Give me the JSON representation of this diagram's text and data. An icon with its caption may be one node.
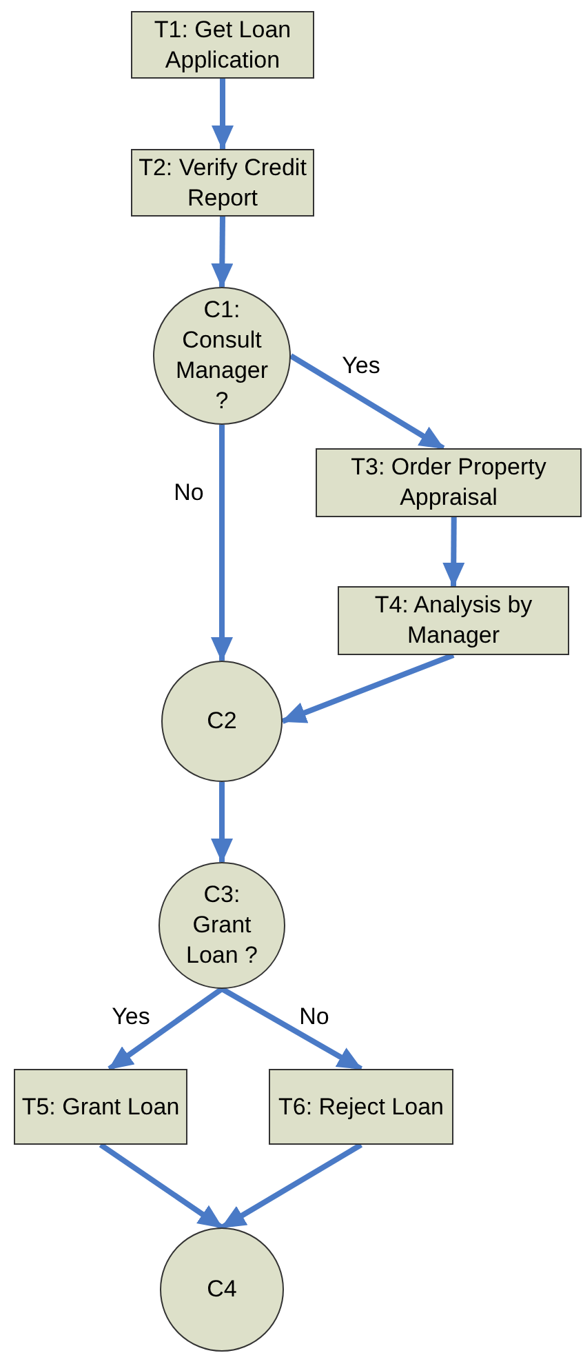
{
  "diagram": {
    "nodes": [
      {
        "text": [
          "T1: Get Loan Application"
        ]
      },
      {
        "text": [
          "T2: Verify Credit Report"
        ]
      },
      {
        "text": [
          "C1: Consult Manager ?"
        ]
      },
      {
        "text": [
          "T3: Order Property Appraisal"
        ]
      },
      {
        "text": [
          "T4: Analysis by Manager"
        ]
      },
      {
        "text": [
          "C2"
        ]
      },
      {
        "text": [
          "C3: Grant Loan ?"
        ]
      },
      {
        "text": [
          "T5: Grant Loan"
        ]
      },
      {
        "text": [
          "T6: Reject Loan"
        ]
      },
      {
        "text": [
          "C4"
        ]
      }
    ],
    "edges": [
      {
        "from": 0,
        "to": 1,
        "arrow": "to"
      },
      {
        "from": 1,
        "to": 2,
        "arrow": "to"
      },
      {
        "from": 2,
        "to": 3,
        "arrow": "to",
        "label": "Yes"
      },
      {
        "from": 2,
        "to": 5,
        "arrow": "to",
        "label": "No"
      },
      {
        "from": 3,
        "to": 4,
        "arrow": "to"
      },
      {
        "from": 4,
        "to": 5,
        "arrow": "to"
      },
      {
        "from": 5,
        "to": 6,
        "arrow": "to"
      },
      {
        "from": 6,
        "to": 7,
        "arrow": "to",
        "label": "Yes"
      },
      {
        "from": 6,
        "to": 8,
        "arrow": "to",
        "label": "No"
      },
      {
        "from": 7,
        "to": 9,
        "arrow": "to"
      },
      {
        "from": 8,
        "to": 9,
        "arrow": "to"
      }
    ]
  }
}
